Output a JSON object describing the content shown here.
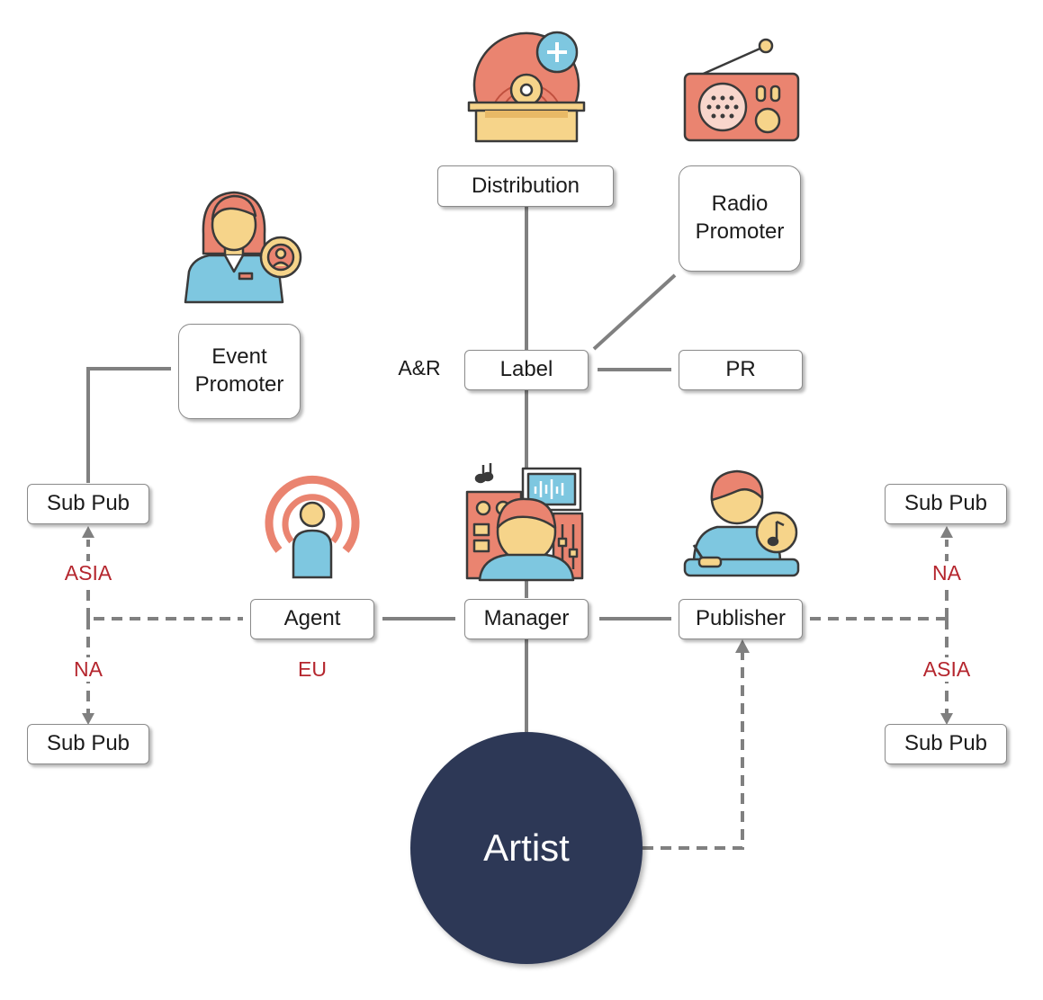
{
  "diagram": {
    "center": "Artist",
    "nodes": {
      "distribution": "Distribution",
      "radio_promoter": "Radio\nPromoter",
      "event_promoter": "Event\nPromoter",
      "label": "Label",
      "pr": "PR",
      "manager": "Manager",
      "agent": "Agent",
      "publisher": "Publisher",
      "sub_pub_left_top": "Sub Pub",
      "sub_pub_left_bottom": "Sub Pub",
      "sub_pub_right_top": "Sub Pub",
      "sub_pub_right_bottom": "Sub Pub"
    },
    "labels": {
      "a_and_r": "A&R",
      "left_asia": "ASIA",
      "left_na": "NA",
      "agent_region": "EU",
      "right_na": "NA",
      "right_asia": "ASIA"
    },
    "colors": {
      "line": "#808080",
      "region_text": "#b5262e",
      "artist_fill": "#2d3856",
      "icon_coral": "#ea8470",
      "icon_blue": "#7ec7e0",
      "icon_yellow": "#f6d48a",
      "icon_outline": "#3a3a3a"
    },
    "icons": [
      "vinyl-turntable-icon",
      "radio-icon",
      "event-promoter-person-icon",
      "podcast-agent-icon",
      "manager-studio-icon",
      "publisher-composer-icon"
    ]
  }
}
